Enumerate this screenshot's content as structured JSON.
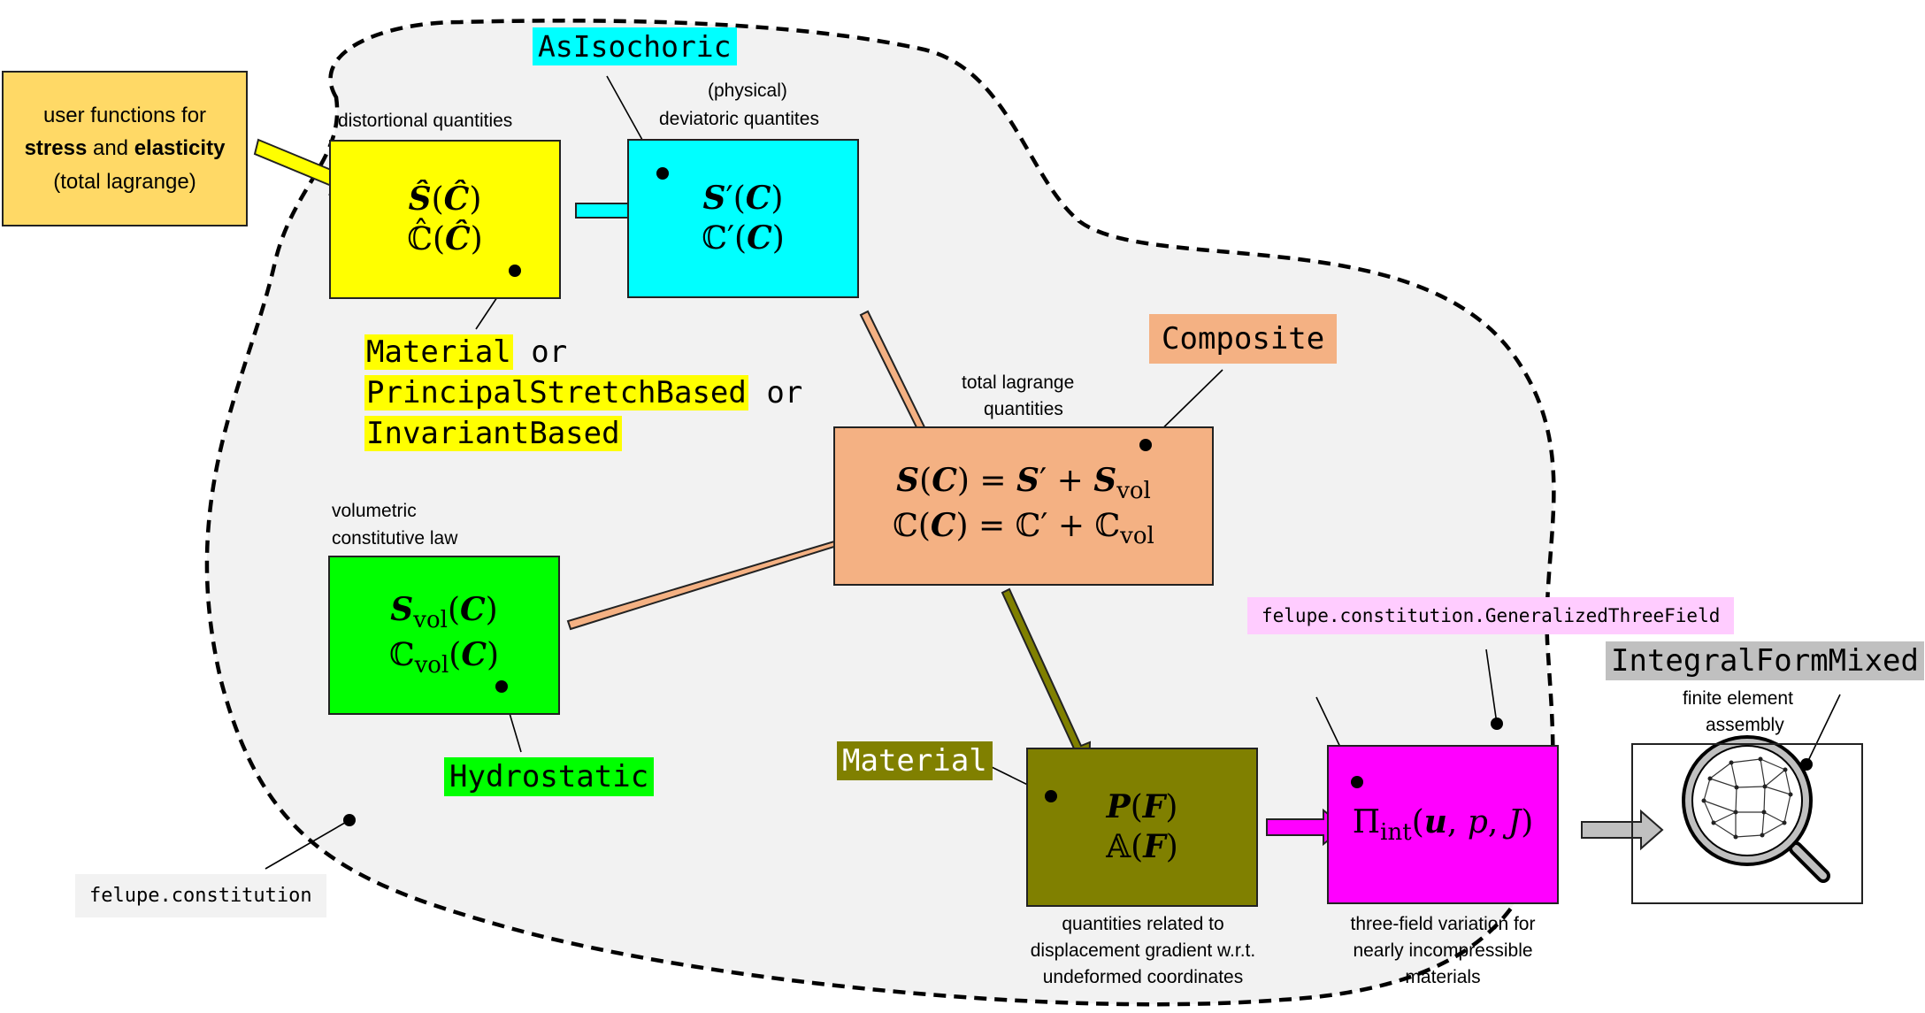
{
  "user_functions": {
    "line1": "user functions for",
    "stress": "stress",
    "and": "and",
    "elasticity": "elasticity",
    "line3": "(total lagrange)"
  },
  "labels": {
    "distortional": "distortional quantities",
    "physical": "(physical)",
    "deviatoric": "deviatoric quantites",
    "total_lagrange_1": "total lagrange",
    "total_lagrange_2": "quantities",
    "volumetric_1": "volumetric",
    "volumetric_2": "constitutive law",
    "disp_1": "quantities related to",
    "disp_2": "displacement gradient w.r.t.",
    "disp_3": "undeformed coordinates",
    "three_1": "three-field variation for",
    "three_2": "nearly incompressible",
    "three_3": "materials",
    "fe_1": "finite element",
    "fe_2": "assembly"
  },
  "code_labels": {
    "as_isochoric": "AsIsochoric",
    "material": "Material",
    "or1": " or",
    "principal": "PrincipalStretchBased",
    "or2": " or",
    "invariant": "InvariantBased",
    "composite": "Composite",
    "hydrostatic": "Hydrostatic",
    "material_mixed": "Material",
    "generalized": "felupe.constitution.GeneralizedThreeField",
    "integral": "IntegralFormMixed",
    "constitution": "felupe.constitution"
  },
  "colors": {
    "user_functions": "#ffd966",
    "distortional": "#ffff00",
    "deviatoric": "#00ffff",
    "composite": "#f4b183",
    "volumetric": "#00ff00",
    "mixed": "#808000",
    "three_field": "#ff00ff",
    "assembly": "#c0c0c0",
    "region": "#f2f2f2",
    "generalized_bg": "#ffccff"
  },
  "icons": {
    "assembly": "magnifier-mesh-icon"
  }
}
